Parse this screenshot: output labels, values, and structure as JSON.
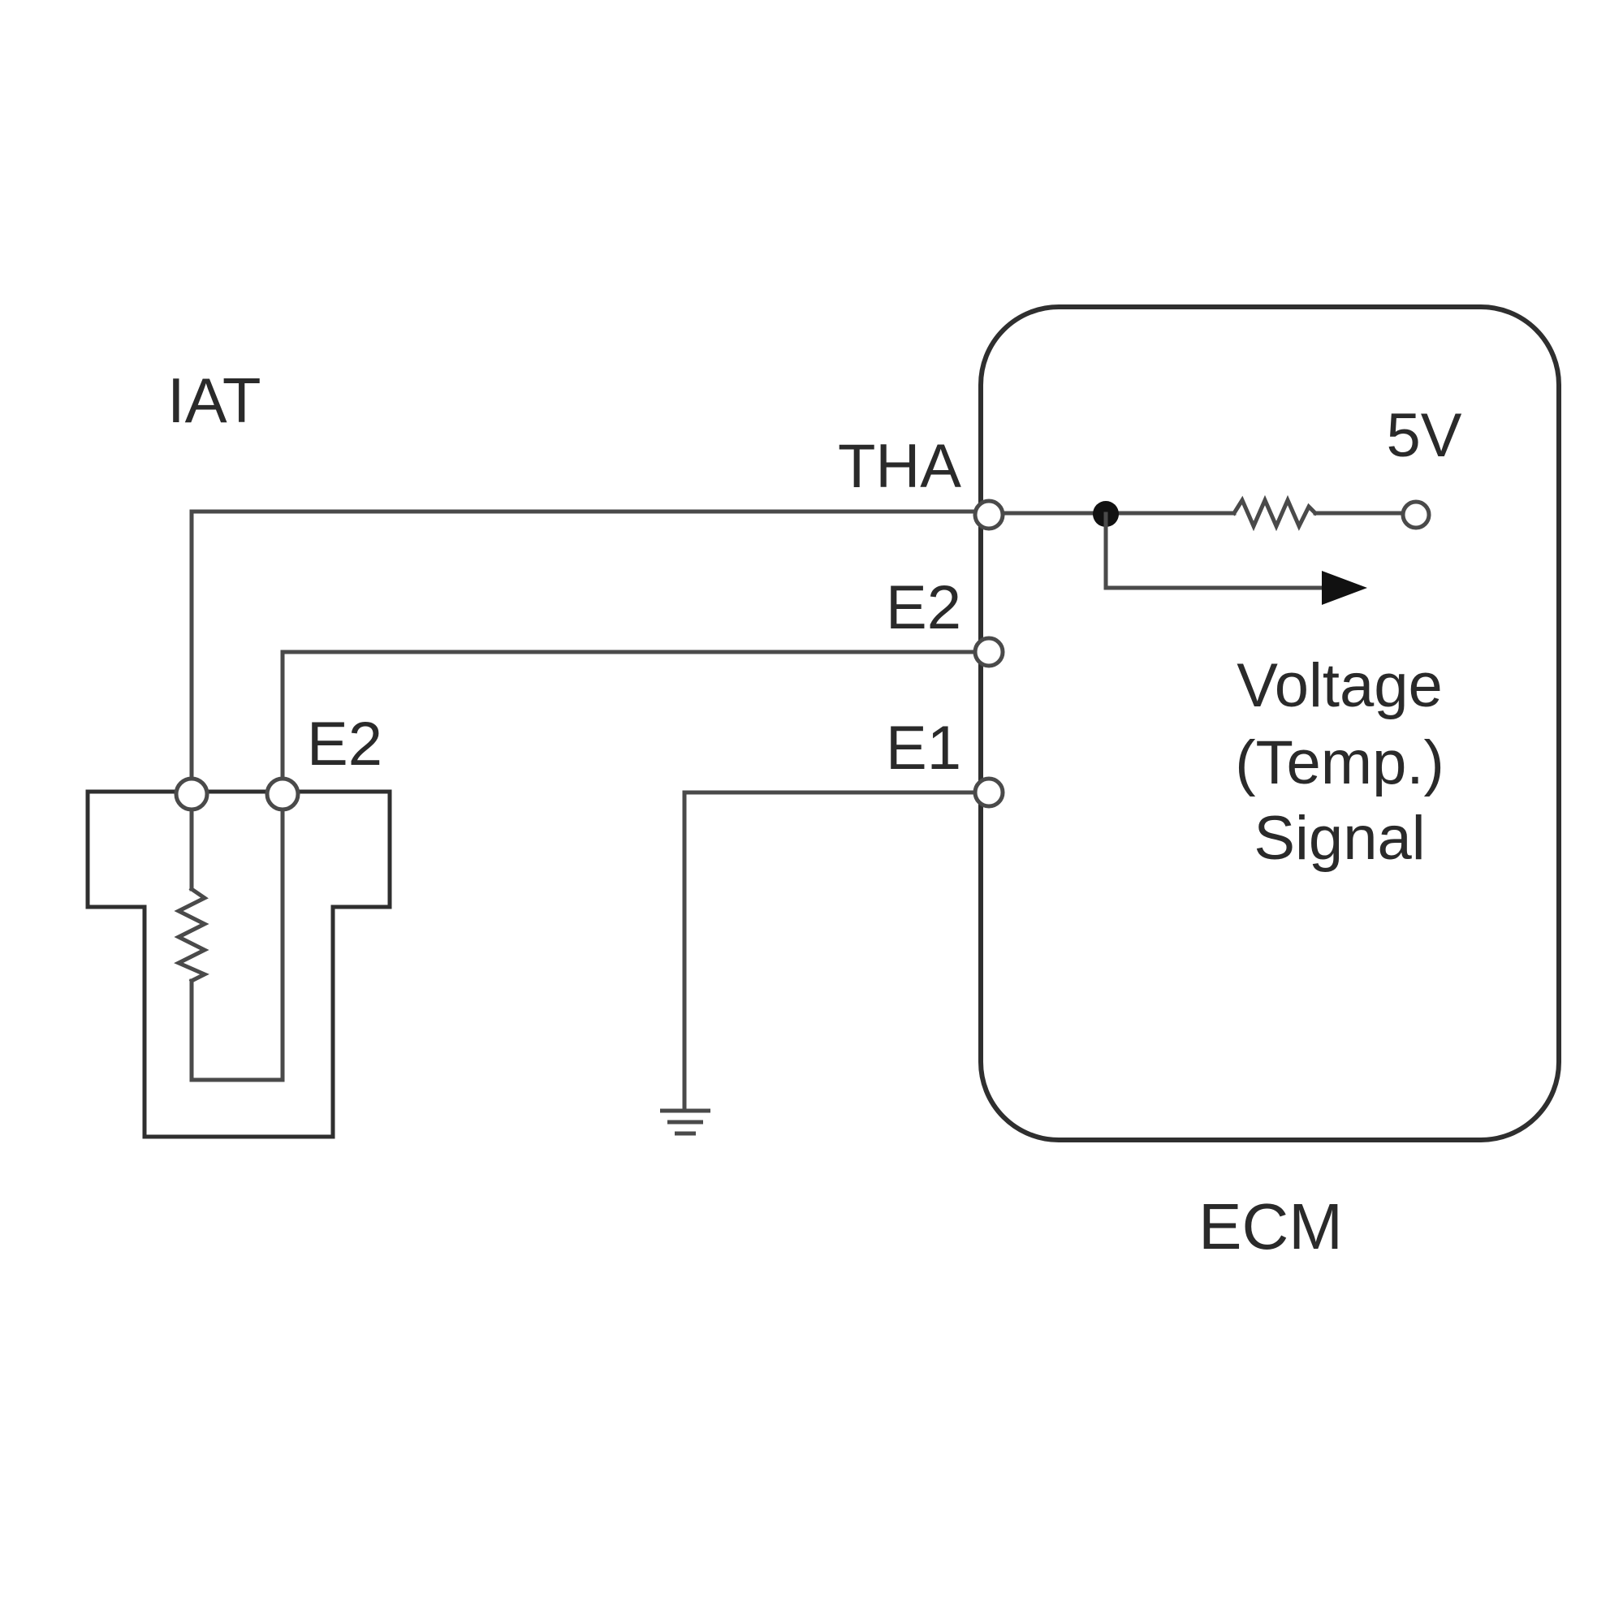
{
  "diagram": {
    "sensor_label": "IAT",
    "ecm_label": "ECM",
    "terminals": {
      "tha": "THA",
      "e2_ecm": "E2",
      "e1_ecm": "E1",
      "e2_sensor": "E2"
    },
    "supply_label": "5V",
    "signal_label": {
      "line1": "Voltage",
      "line2": "(Temp.)",
      "line3": "Signal"
    }
  }
}
